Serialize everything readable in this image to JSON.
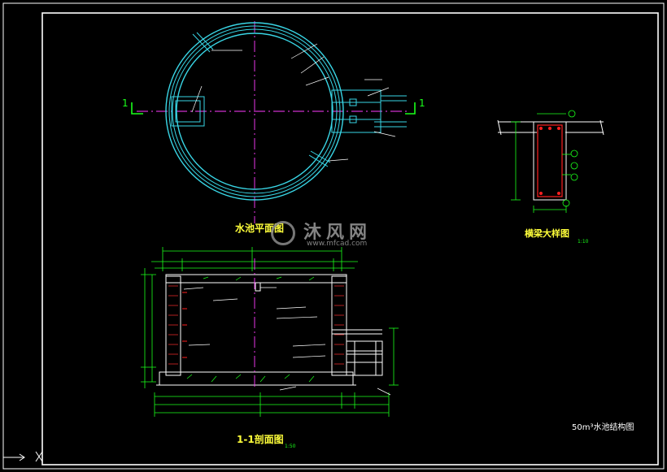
{
  "drawing": {
    "plan_title": "水池平面图",
    "beam_title": "横梁大样图",
    "beam_scale": "1:10",
    "section_title": "1-1剖面图",
    "section_scale": "1:50",
    "sheet_title": "50m³水池结构图",
    "section_mark_left": "1",
    "section_mark_right": "1"
  },
  "watermark": {
    "brand": "沐风网",
    "url": "www.mfcad.com"
  },
  "colors": {
    "background": "#000000",
    "outline": "#ffffff",
    "dimension": "#1aff1a",
    "wall": "#39d6e6",
    "centerline": "#ff3cff",
    "rebar": "#ff2020",
    "title": "#ffff3a"
  }
}
